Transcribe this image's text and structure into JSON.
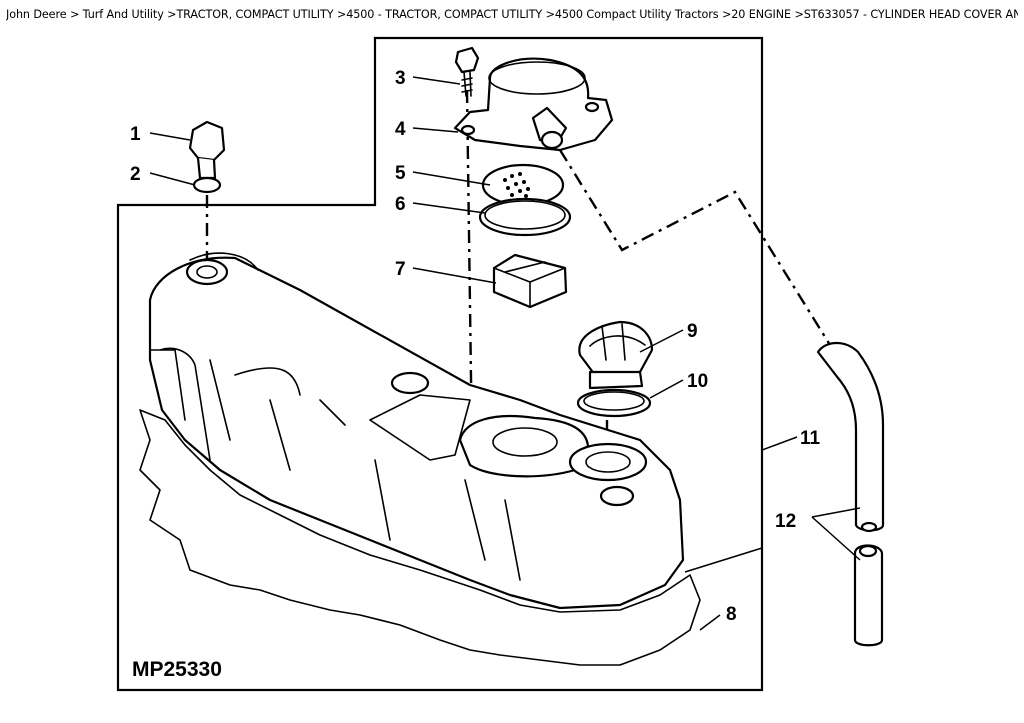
{
  "breadcrumb": {
    "text": "John Deere > Turf And Utility >TRACTOR, COMPACT UTILITY >4500 - TRACTOR, COMPACT UTILITY >4500 Compact Utility Tractors >20 ENGINE >ST633057 - CYLINDER HEAD COVER AND GASKETS"
  },
  "diagram": {
    "figure_id": "MP25330",
    "callouts": [
      "1",
      "2",
      "3",
      "4",
      "5",
      "6",
      "7",
      "8",
      "9",
      "10",
      "11",
      "12"
    ]
  }
}
